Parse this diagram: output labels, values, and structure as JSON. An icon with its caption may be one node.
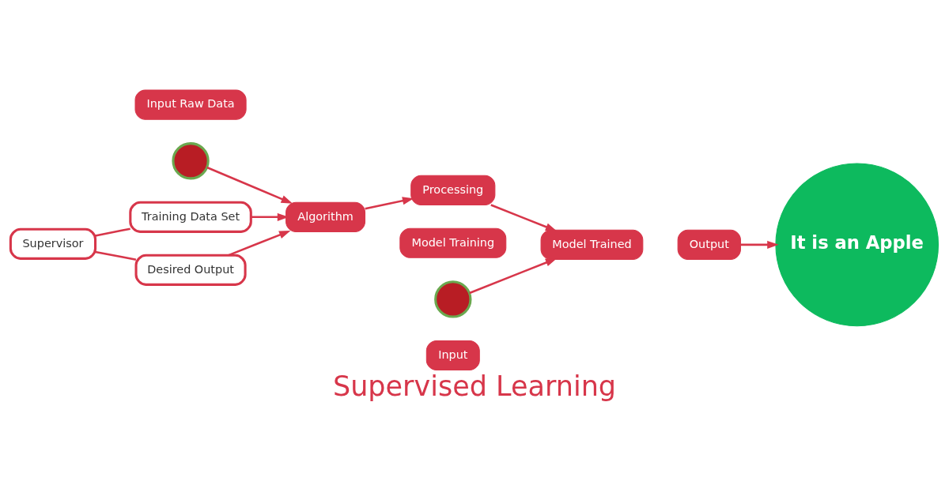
{
  "diagram": {
    "title": "Supervised Learning",
    "nodes": [
      {
        "text": [
          "Input Raw Data"
        ]
      },
      {
        "text": [],
        "shape": "circle"
      },
      {
        "text": [
          "Supervisor"
        ]
      },
      {
        "text": [
          "Training Data Set"
        ]
      },
      {
        "text": [
          "Desired Output"
        ]
      },
      {
        "text": [
          "Algorithm"
        ]
      },
      {
        "text": [
          "Processing"
        ]
      },
      {
        "text": [
          "Model Trained"
        ]
      },
      {
        "text": [
          "Model Training"
        ]
      },
      {
        "text": [
          "Output"
        ]
      },
      {
        "text": [
          "It is an Apple"
        ]
      },
      {
        "text": [],
        "shape": "circle"
      },
      {
        "text": [
          "Input"
        ]
      }
    ],
    "edges": [
      {
        "from": 2,
        "to": 3,
        "arrow": "none"
      },
      {
        "from": 2,
        "to": 4,
        "arrow": "none"
      },
      {
        "from": 3,
        "to": 5,
        "arrow": "to"
      },
      {
        "from": 4,
        "to": 5,
        "arrow": "to"
      },
      {
        "from": 1,
        "to": 5,
        "arrow": "to"
      },
      {
        "from": 5,
        "to": 6,
        "arrow": "to"
      },
      {
        "from": 6,
        "to": 7,
        "arrow": "to"
      },
      {
        "from": 11,
        "to": 7,
        "arrow": "to"
      },
      {
        "from": 9,
        "to": 10,
        "arrow": "to"
      }
    ]
  }
}
